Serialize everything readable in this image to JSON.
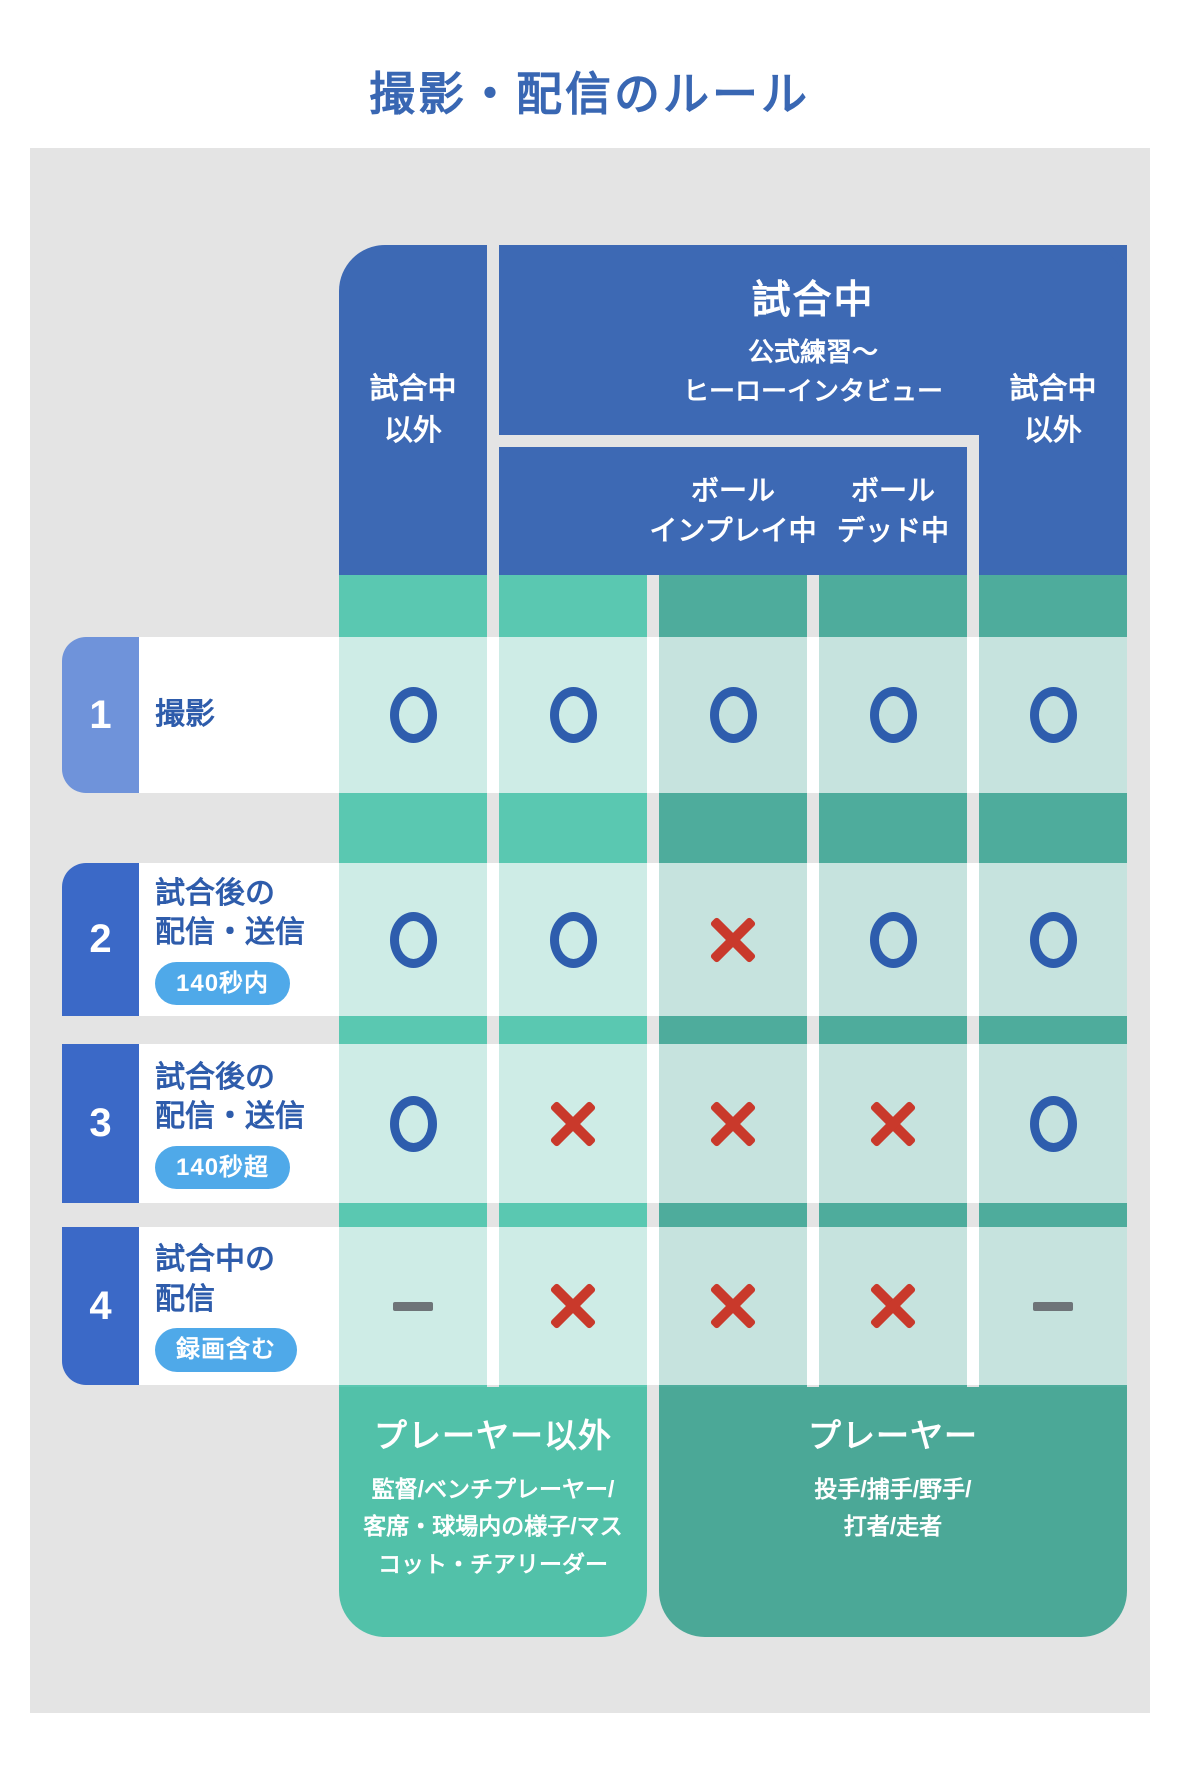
{
  "title": "撮影・配信のルール",
  "table": {
    "headers": {
      "outside_left": "試合中\n以外",
      "during_game": "試合中",
      "during_game_sub": "公式練習〜\nヒーローインタビュー",
      "ball_in_play": "ボール\nインプレイ中",
      "ball_dead": "ボール\nデッド中",
      "outside_right": "試合中\n以外"
    },
    "rows": [
      {
        "num": "1",
        "label": "撮影",
        "marks": [
          "circle",
          "circle",
          "circle",
          "circle",
          "circle"
        ]
      },
      {
        "num": "2",
        "label": "試合後の\n配信・送信",
        "badge": "140秒内",
        "marks": [
          "circle",
          "circle",
          "cross",
          "circle",
          "circle"
        ]
      },
      {
        "num": "3",
        "label": "試合後の\n配信・送信",
        "badge": "140秒超",
        "marks": [
          "circle",
          "cross",
          "cross",
          "cross",
          "circle"
        ]
      },
      {
        "num": "4",
        "label": "試合中の\n配信",
        "badge": "録画含む",
        "marks": [
          "dash",
          "cross",
          "cross",
          "cross",
          "dash"
        ]
      }
    ],
    "footers": [
      {
        "title": "プレーヤー以外",
        "desc": "監督/ベンチプレーヤー/\n客席・球場内の様子/マス\nコット・チアリーダー"
      },
      {
        "title": "プレーヤー",
        "desc": "投手/捕手/野手/\n打者/走者"
      }
    ]
  },
  "colors": {
    "title_blue": "#3967B3",
    "header_blue": "#3D69B4",
    "label_blue": "#2E5CAB",
    "row1_number_blue": "#6F93DA",
    "number_blue": "#3B69C7",
    "badge_blue": "#4FA9E9",
    "circle_mark": "#2E5DAD",
    "cross_mark": "#C9392B",
    "dash_mark": "#6E7478",
    "strip_light_teal": "#5AC8B1",
    "strip_dark_teal": "#4EAC9C",
    "cell_light": "#CEECE6",
    "cell_dark": "#C6E3DE",
    "footer_light_teal": "#52C1A9",
    "footer_dark_teal": "#4BA897",
    "panel_gray": "#E4E4E4"
  }
}
